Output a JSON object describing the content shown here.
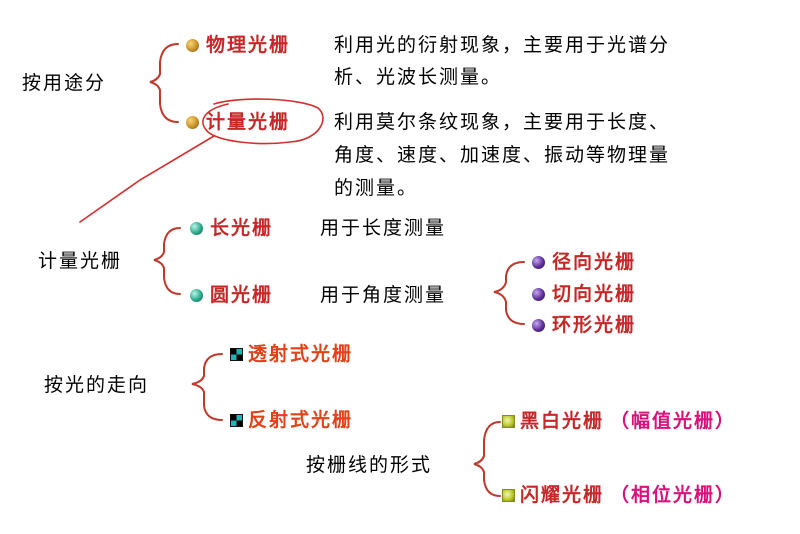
{
  "groups": {
    "by_use": {
      "label": "按用途分",
      "items": [
        {
          "name": "物理光栅",
          "desc_line1": "利用光的衍射现象，主要用于光谱分",
          "desc_line2": "析、光波长测量。"
        },
        {
          "name": "计量光栅",
          "desc_line1": "利用莫尔条纹现象，主要用于长度、",
          "desc_line2": "角度、速度、加速度、振动等物理量",
          "desc_line3": "的测量。"
        }
      ]
    },
    "metrology": {
      "label": "计量光栅",
      "items": [
        {
          "name": "长光栅",
          "desc": "用于长度测量"
        },
        {
          "name": "圆光栅",
          "desc": "用于角度测量"
        }
      ],
      "circular_subtypes": [
        "径向光栅",
        "切向光栅",
        "环形光栅"
      ]
    },
    "by_light": {
      "label": "按光的走向",
      "items": [
        "透射式光栅",
        "反射式光栅"
      ]
    },
    "by_line_form": {
      "label": "按栅线的形式",
      "items": [
        {
          "name": "黑白光栅",
          "alt": "（幅值光栅）"
        },
        {
          "name": "闪耀光栅",
          "alt": "（相位光栅）"
        }
      ]
    }
  },
  "colors": {
    "text": "#000000",
    "red_label": "#c62828",
    "orange_label": "#e0421a",
    "pink_alt": "#d8127a",
    "annotation": "#d32f2f",
    "brace": "#c0392b"
  }
}
